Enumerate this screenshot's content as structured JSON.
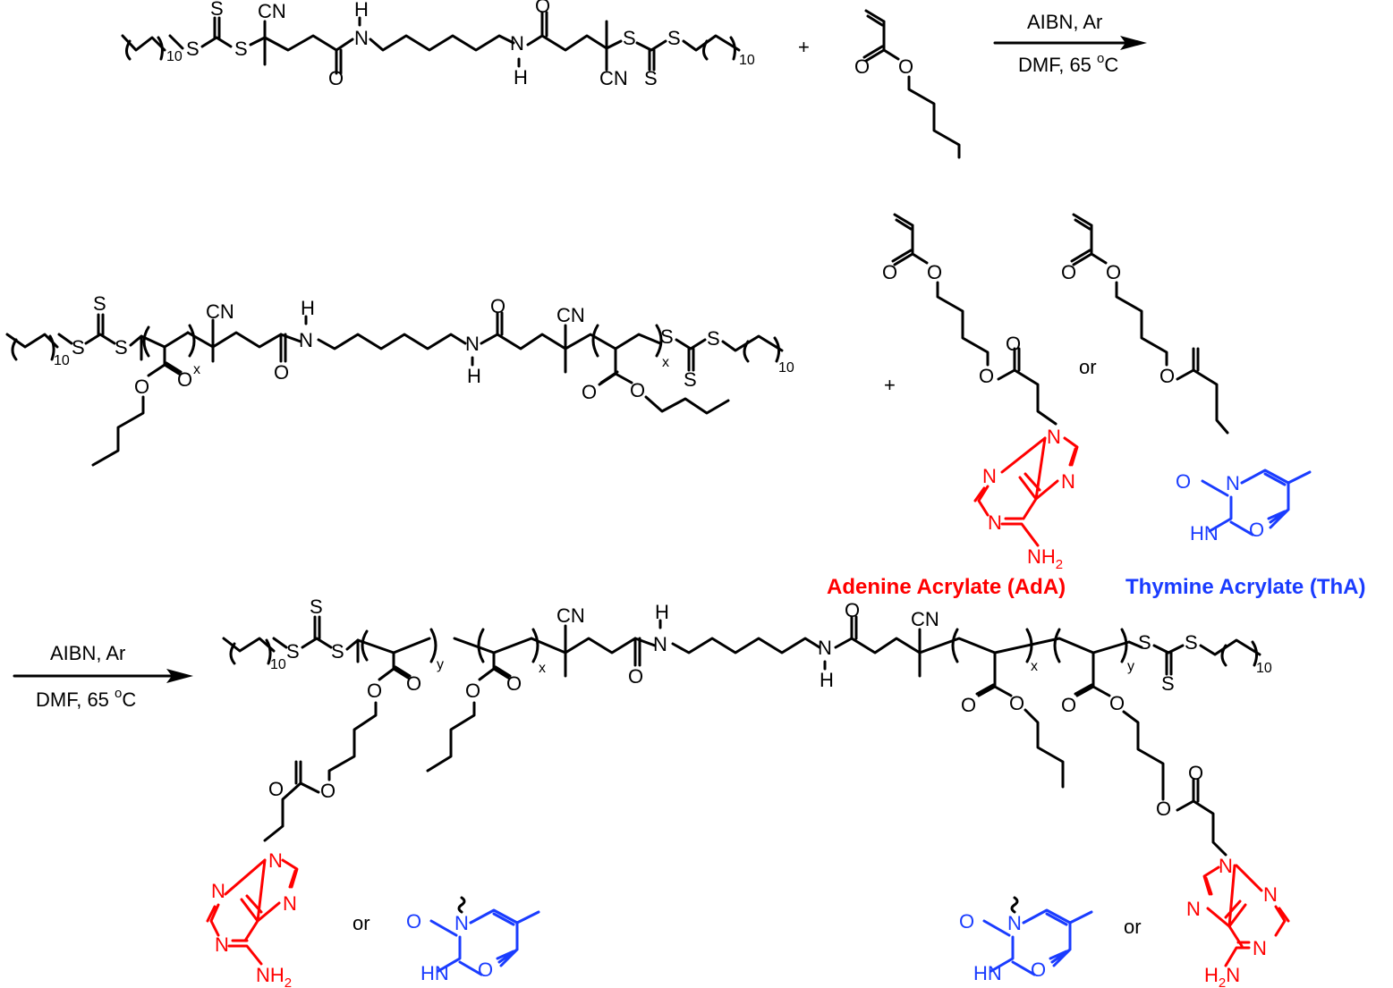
{
  "scheme": {
    "step1": {
      "reactant_raft_agent": "bis-trithiocarbonate RAFT agent (C12 chains, hexamethylene diamide)",
      "plus": "+",
      "monomer": "n-butyl acrylate",
      "conditions_top": "AIBN, Ar",
      "conditions_bottom": "DMF, 65 ",
      "degree": "o",
      "celsius": "C"
    },
    "step2": {
      "plus": "+",
      "or": "or",
      "repeat_x": "x",
      "monomer_a_label": "Adenine Acrylate (AdA)",
      "monomer_b_label": "Thymine Acrylate (ThA)",
      "label_colors": {
        "adenine": "#ff0000",
        "thymine": "#1a3cff"
      }
    },
    "step3": {
      "conditions_top": "AIBN, Ar",
      "conditions_bottom": "DMF, 65 ",
      "degree": "o",
      "celsius": "C",
      "repeat_x": "x",
      "repeat_y": "y",
      "or_left": "or",
      "or_right": "or"
    },
    "atoms": {
      "S": "S",
      "CN": "CN",
      "H": "H",
      "N": "N",
      "O": "O",
      "HN": "HN",
      "NH2_N": "NH",
      "sub2": "2",
      "sub10": "10"
    }
  }
}
